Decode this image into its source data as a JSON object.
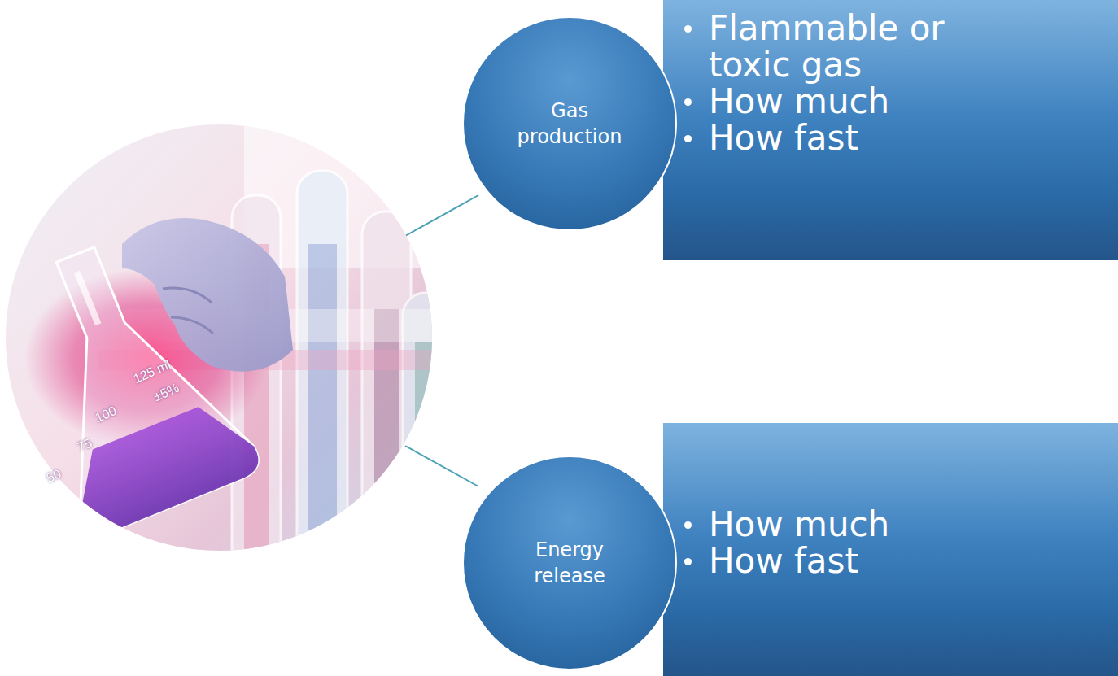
{
  "diagram": {
    "nodes": [
      {
        "text": [
          "Gas production"
        ]
      },
      {
        "text": [
          "Flammable or toxic gas",
          "How much",
          "How fast"
        ]
      },
      {
        "text": [
          "Energy release"
        ]
      },
      {
        "text": [
          "How much",
          "How fast"
        ]
      }
    ],
    "labels": [
      "125 ml",
      "±5%",
      "100",
      "75",
      "50"
    ]
  }
}
